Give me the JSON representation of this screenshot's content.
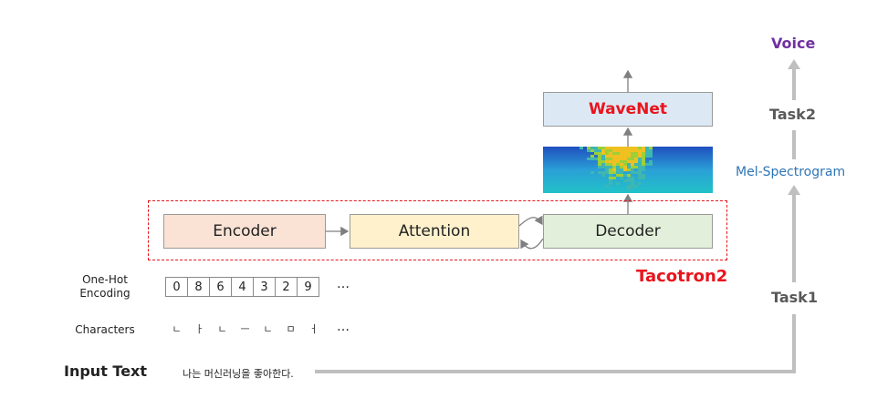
{
  "blocks": {
    "encoder": "Encoder",
    "attention": "Attention",
    "decoder": "Decoder",
    "wavenet": "WaveNet",
    "tacotron": "Tacotron2"
  },
  "labels": {
    "onehot": "One-Hot Encoding",
    "characters": "Characters",
    "input": "Input Text",
    "input_text": "나는 머신러닝을 좋아한다.",
    "ellipsis": "…"
  },
  "onehot_values": [
    "0",
    "8",
    "6",
    "4",
    "3",
    "2",
    "9"
  ],
  "characters": [
    "ㄴ",
    "ㅏ",
    "ㄴ",
    "ㅡ",
    "ㄴ",
    "ㅁ",
    "ㅓ"
  ],
  "right_column": {
    "voice": "Voice",
    "task2": "Task2",
    "mel": "Mel-Spectrogram",
    "task1": "Task1"
  },
  "colors": {
    "encoder": "#fae2d5",
    "attention": "#fef1cc",
    "decoder": "#e2efda",
    "wavenet": "#dce9f5",
    "accent_red": "#e8141c",
    "voice_purple": "#7030a0",
    "mel_blue": "#2e75b6",
    "arrow_gray": "#bfbfbf"
  }
}
